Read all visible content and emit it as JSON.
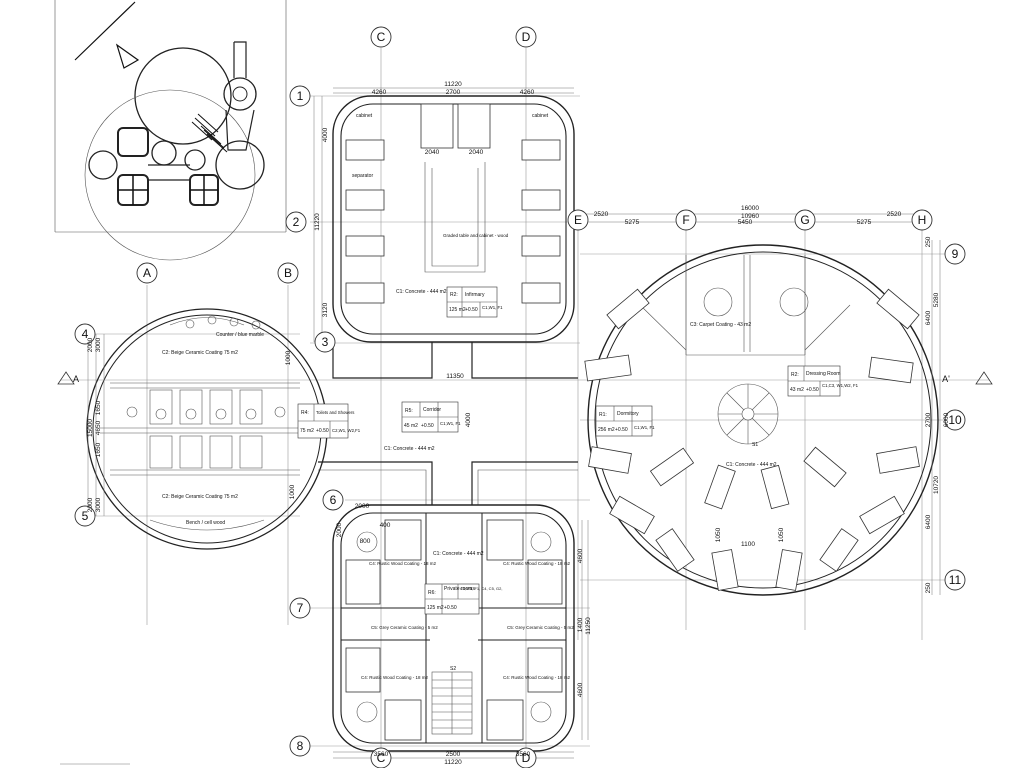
{
  "axes": {
    "C": "C",
    "D": "D",
    "A": "A",
    "B": "B",
    "E": "E",
    "F": "F",
    "G": "G",
    "H": "H",
    "r1": "1",
    "r2": "2",
    "r3": "3",
    "r4": "4",
    "r5": "5",
    "r6": "6",
    "r7": "7",
    "r8": "8",
    "r9": "9",
    "r10": "10",
    "r11": "11"
  },
  "section": {
    "left": "A",
    "right": "A'"
  },
  "dimensions": {
    "top_total": "11220",
    "top_left": "4260",
    "top_mid": "2700",
    "top_right": "4260",
    "top_bed_left": "2040",
    "top_bed_right": "2040",
    "top_side_upper": "4000",
    "top_side_mid": "11220",
    "top_side_lower": "3120",
    "right_total": "16000",
    "right_inner": "10960",
    "right_s1": "2520",
    "right_s2": "5275",
    "right_s3": "5450",
    "right_s4": "5275",
    "right_s5": "2520",
    "right_v1": "250",
    "right_v2": "5280",
    "right_v3": "6400",
    "right_v4": "2700",
    "right_v5": "6000",
    "right_v6": "10720",
    "right_v7": "6400",
    "right_v8": "250",
    "right_inner_w": "1100",
    "right_small1": "1050",
    "right_small2": "1050",
    "cross": "11350",
    "left_v1": "2000",
    "left_v2": "3000",
    "left_v3": "1000",
    "left_v4": "1650",
    "left_v5": "4650",
    "left_v6": "15000",
    "left_v7": "1650",
    "left_v8": "2000",
    "left_v9": "3000",
    "left_v10": "1000",
    "center_v": "4000",
    "bottom_top_w": "2000",
    "bottom_400": "400",
    "bottom_800": "800",
    "bottom_v1": "2000",
    "bottom_r1": "4600",
    "bottom_r2": "1400",
    "bottom_r3": "11250",
    "bottom_r4": "4600",
    "bottom_l": "3560",
    "bottom_mid": "2500",
    "bottom_r": "3560",
    "bottom_total": "11220"
  },
  "rooms": {
    "r1": {
      "code": "R1:",
      "name": "Dormitory",
      "area": "256 m2",
      "level": "+0.50",
      "finish": "C1,W1, F1"
    },
    "r2_top": {
      "code": "R2:",
      "name": "Infirmary",
      "area": "125 m2",
      "level": "+0.50",
      "finish": "C1,W1, F1"
    },
    "r2_right": {
      "code": "R2:",
      "name": "Dressing Room",
      "area": "43 m2",
      "level": "+0.50",
      "finish": "C1,C3, W1,W2, F1"
    },
    "r4": {
      "code": "R4:",
      "name": "Toilets and Showers",
      "area": "75 m2",
      "level": "+0.50",
      "finish": "C2,W1, W2,F1"
    },
    "r5": {
      "code": "R5:",
      "name": "Corridor",
      "area": "45 m2",
      "level": "+0.50",
      "finish": "C1,W1, F1"
    },
    "r6": {
      "code": "R6:",
      "name": "Private rooms",
      "area": "125 m2",
      "level": "+0.50",
      "finish": "C1,W1, F1, C4, C5, G2,"
    }
  },
  "notes": {
    "cabinet_l": "cabinet",
    "cabinet_r": "cabinet",
    "separator": "separator",
    "graded_table": "Graded table and cabinet - wood",
    "c1_top": "C1: Concrete - 444 m2",
    "counter": "Counter / blue marble",
    "c2_top": "C2: Beige Ceramic Coating 75 m2",
    "c2_bottom": "C2: Beige Ceramic Coating 75 m2",
    "bench": "Bench / cell wood",
    "c1_center": "C1: Concrete - 444 m2",
    "c3": "C3: Carpet Coating - 43 m2",
    "c1_right": "C1: Concrete - 444 m2",
    "c1_bottom": "C1: Concrete - 444 m2",
    "c4_tl": "C4: Rustic Wood Coating - 18 m2",
    "c4_tr": "C4: Rustic Wood Coating - 18 m2",
    "c5_l": "C5: Grey Ceramic Coating - 5 m2",
    "c5_r": "C5: Grey Ceramic Coating - 5 m2",
    "c4_bl": "C4: Rustic Wood Coating - 18 m2",
    "c4_br": "C4: Rustic Wood Coating - 18 m2",
    "stair_top": "S2",
    "stair_right": "S1"
  }
}
